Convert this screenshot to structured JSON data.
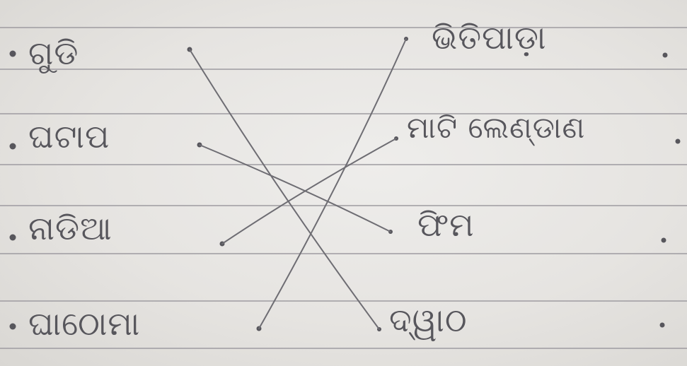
{
  "left_column": [
    {
      "text": "ଗୁଡି"
    },
    {
      "text": "ଘଟାପ"
    },
    {
      "text": "ନାଡିଆ"
    },
    {
      "text": "ଘାଠୋମା"
    }
  ],
  "right_column": [
    {
      "text": "ଭିତିପାଡ଼ା"
    },
    {
      "text": "ମାଟି ଲେଣ୍ଡାଣ"
    },
    {
      "text": "ଫିମ"
    },
    {
      "text": "ଦ୍ୱାଠ"
    }
  ],
  "matches": [
    {
      "left_index": 0,
      "right_index": 3
    },
    {
      "left_index": 1,
      "right_index": 2
    },
    {
      "left_index": 2,
      "right_index": 1
    },
    {
      "left_index": 3,
      "right_index": 0
    }
  ],
  "colors": {
    "paper": "#e6e4e1",
    "ruling": "#9d9ba0",
    "pencil": "#57565c",
    "line": "#6e6d73"
  }
}
